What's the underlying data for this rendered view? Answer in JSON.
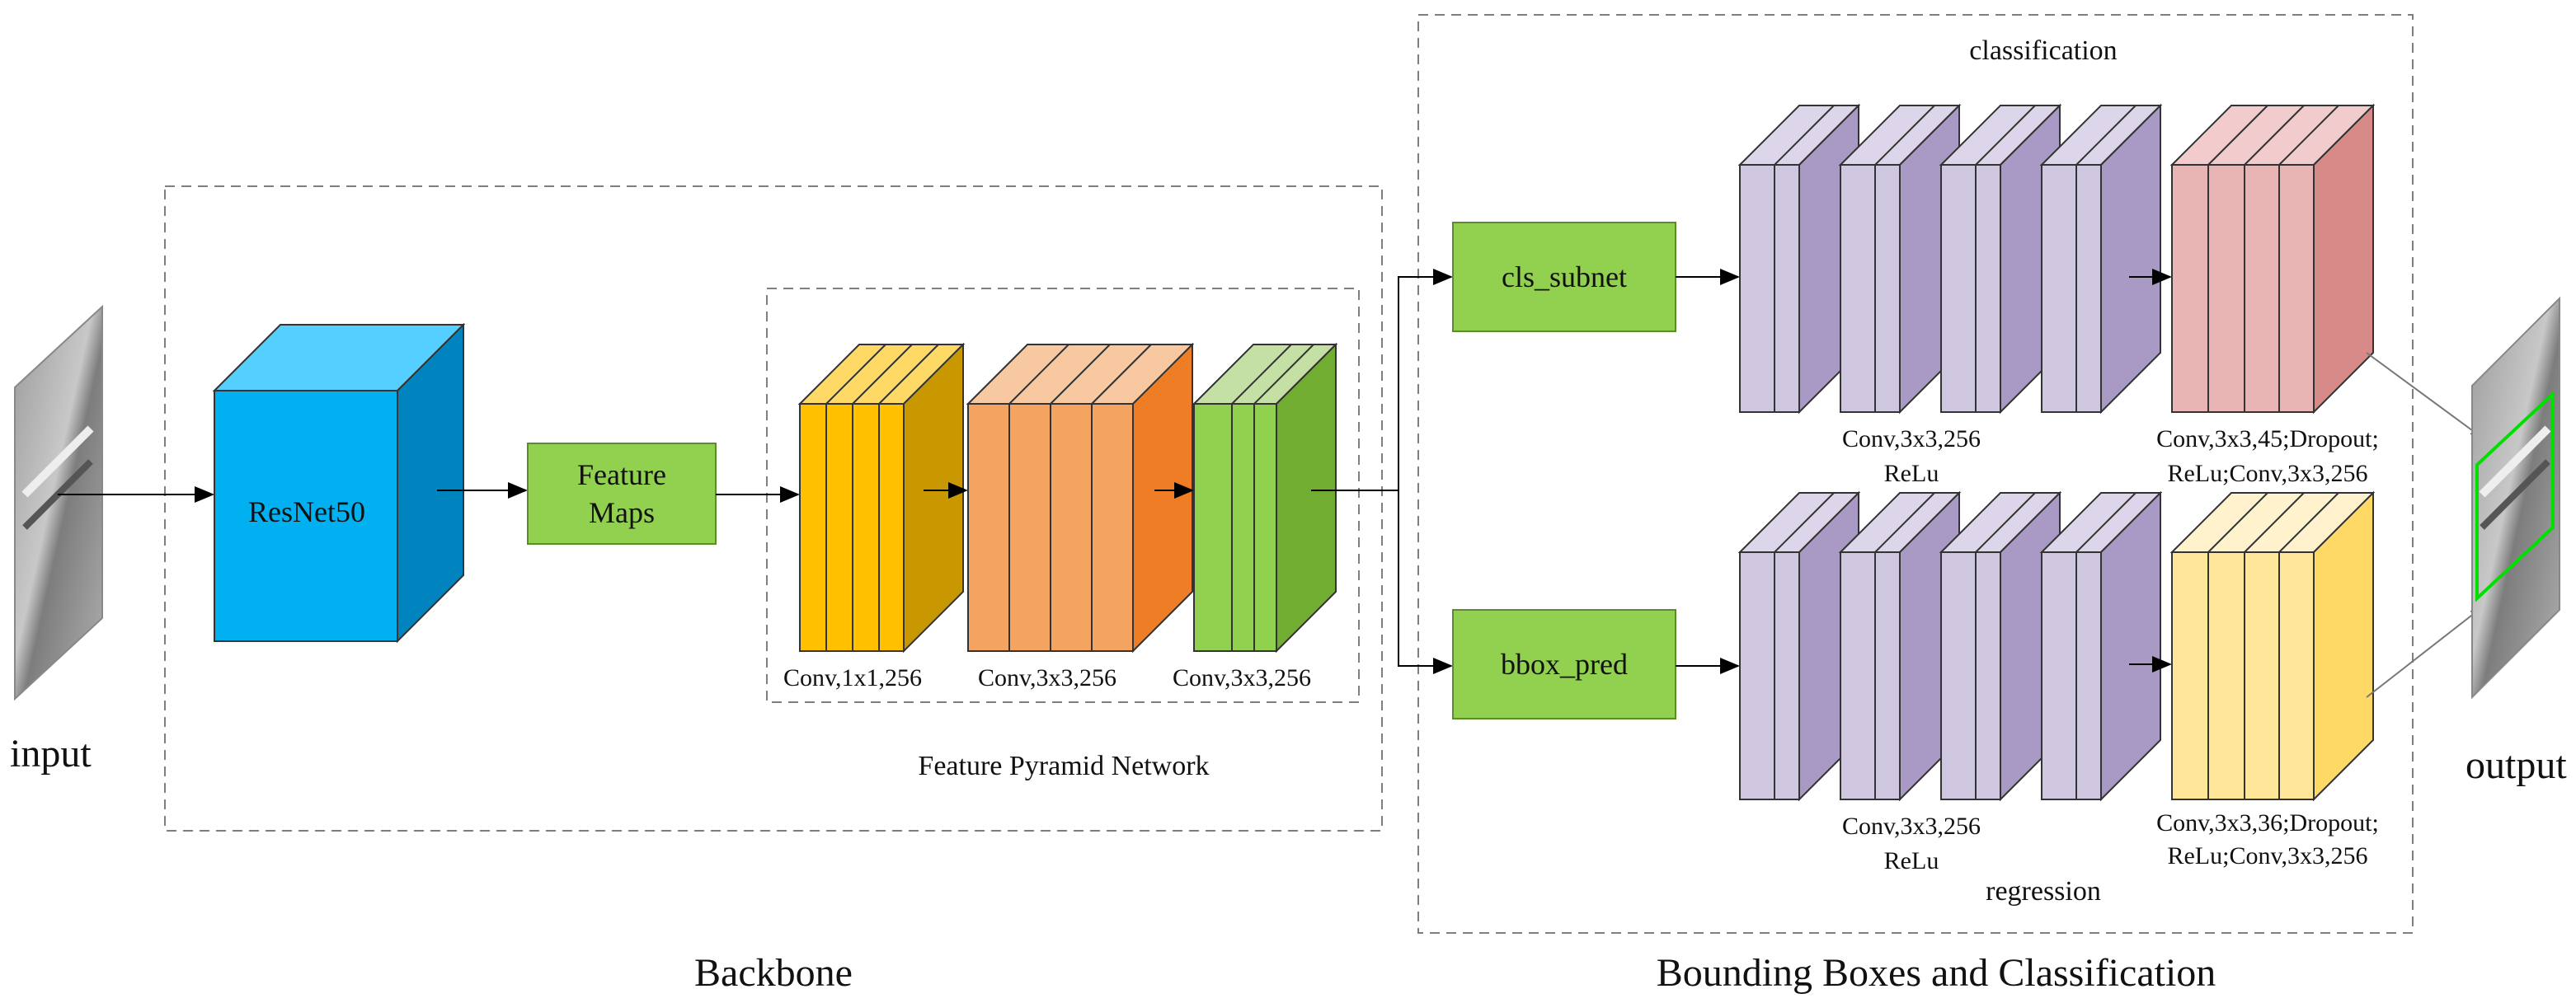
{
  "labels": {
    "input": "input",
    "output": "output",
    "backbone": "Backbone",
    "bbc": "Bounding Boxes and Classification",
    "fpn": "Feature Pyramid Network",
    "classification": "classification",
    "regression": "regression"
  },
  "nodes": {
    "resnet": "ResNet50",
    "feature_maps_line1": "Feature",
    "feature_maps_line2": "Maps",
    "cls_subnet": "cls_subnet",
    "bbox_pred": "bbox_pred"
  },
  "fpn_captions": [
    "Conv,1x1,256",
    "Conv,3x3,256",
    "Conv,3x3,256"
  ],
  "cls_captions": {
    "conv_line1": "Conv,3x3,256",
    "conv_line2": "ReLu",
    "head_line1": "Conv,3x3,45;Dropout;",
    "head_line2": "ReLu;Conv,3x3,256"
  },
  "reg_captions": {
    "conv_line1": "Conv,3x3,256",
    "conv_line2": "ReLu",
    "head_line1": "Conv,3x3,36;Dropout;",
    "head_line2": "ReLu;Conv,3x3,256"
  },
  "colors": {
    "resnet": "#00b0f0",
    "green_box": "#92d050",
    "fpn_yellow": "#ffc000",
    "fpn_orange": "#f4a460",
    "fpn_green": "#92d050",
    "purple": "#cfc6e0",
    "cls_head": "#e8b4b4",
    "reg_head": "#ffe699",
    "output_box": "#00e000"
  }
}
